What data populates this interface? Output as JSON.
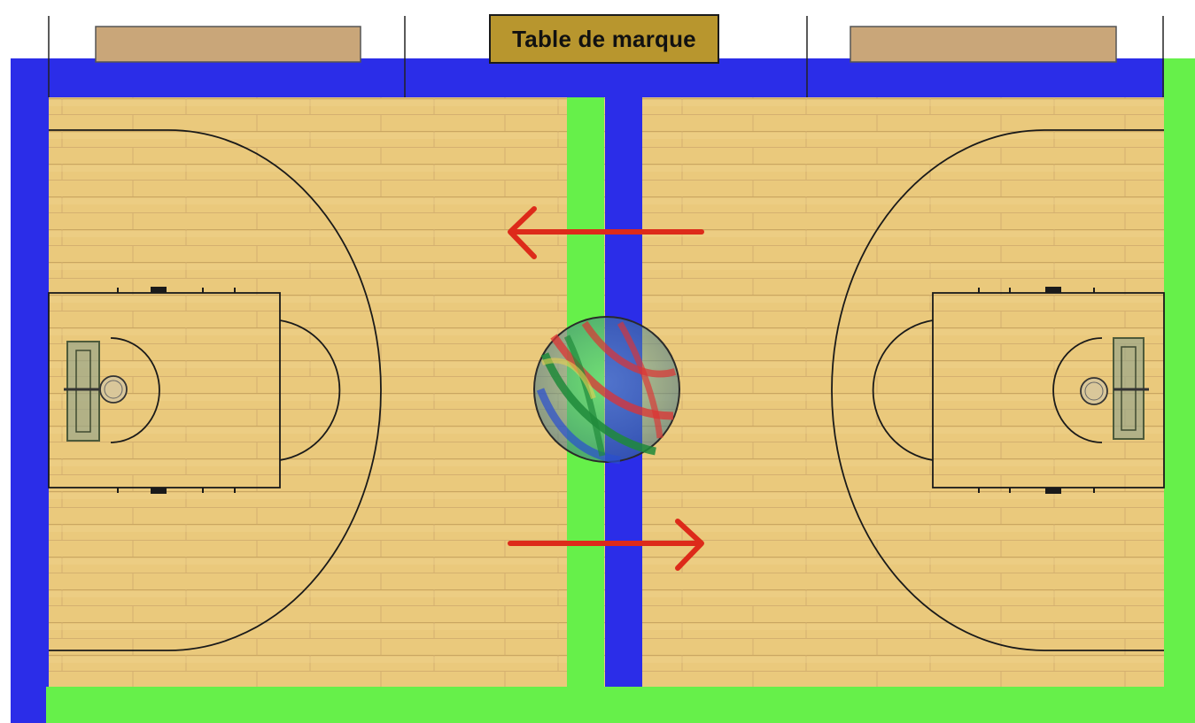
{
  "diagram": {
    "score_table_label": "Table de marque",
    "colors": {
      "blue_zone": "#2b2de8",
      "green_zone": "#66f04a",
      "floor": "#eac97c",
      "plank_line": "#caa660",
      "bench": "#c9a679",
      "score_table": "#b8962e",
      "court_line": "#1a1a1a",
      "arrow": "#dd2a1a"
    },
    "arrows": [
      {
        "direction": "left"
      },
      {
        "direction": "right"
      }
    ]
  }
}
